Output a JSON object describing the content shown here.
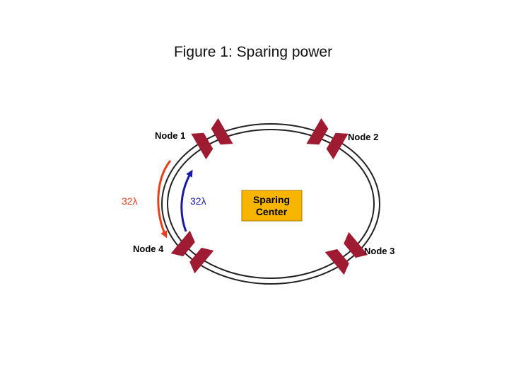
{
  "figure": {
    "title": "Figure 1: Sparing power"
  },
  "nodes": [
    {
      "id": "node-1",
      "label": "Node 1"
    },
    {
      "id": "node-2",
      "label": "Node 2"
    },
    {
      "id": "node-3",
      "label": "Node 3"
    },
    {
      "id": "node-4",
      "label": "Node 4"
    }
  ],
  "arrows": {
    "outer": {
      "label": "32λ",
      "color": "#e8401c",
      "from": "Node 1",
      "to": "Node 4"
    },
    "inner": {
      "label": "32λ",
      "color": "#1a1aa8",
      "from": "Node 4",
      "to": "Node 1"
    }
  },
  "sparing_center": {
    "line1": "Sparing",
    "line2": "Center",
    "fill": "#f7b500",
    "border": "#b07800"
  },
  "colors": {
    "ring": "#222222",
    "node_fill": "#9e1b32"
  }
}
